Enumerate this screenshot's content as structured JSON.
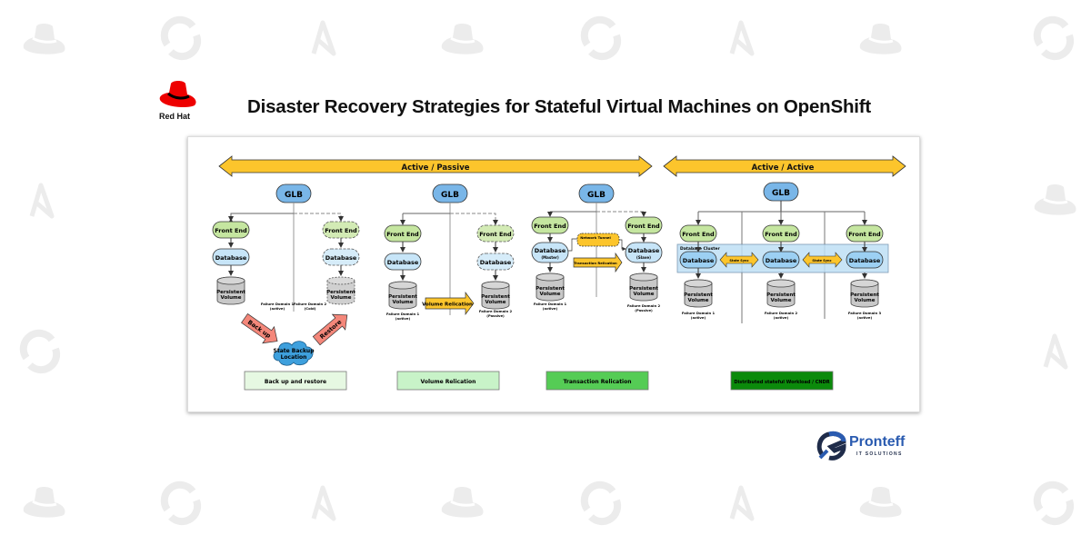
{
  "header": {
    "title": "Disaster Recovery Strategies for Stateful Virtual Machines on OpenShift",
    "brand_logo_text": "Red Hat",
    "brand_icon": "red-hat-fedora-icon"
  },
  "footer": {
    "company_name": "Pronteff",
    "company_tagline": "IT SOLUTIONS",
    "company_icon": "pronteff-logo-icon"
  },
  "watermark_icons": [
    "red-hat-fedora-icon",
    "openshift-ring-icon",
    "ansible-a-icon"
  ],
  "colors": {
    "accent_yellow": "#fcc52c",
    "glb_blue": "#79b6e8",
    "frontend_green": "#c5e6a0",
    "database_blue": "#c7e5f8",
    "volume_gray": "#cccccc",
    "backup_arrow": "#f4877a",
    "cloud_blue": "#3ea0dd",
    "brand_red": "#ee0000",
    "brand_blue": "#2a5bb0"
  },
  "diagram": {
    "band_active_passive": "Active / Passive",
    "band_active_active": "Active / Active",
    "glb": "GLB",
    "front_end": "Front End",
    "database": "Database",
    "persistent": "Persistent",
    "volume": "Volume",
    "sections": [
      {
        "name": "Back up and restore",
        "domains": [
          {
            "label": "Failure Domain 1",
            "state": "(active)"
          },
          {
            "label": "Failure Domain 2",
            "state": "(Cold)"
          }
        ],
        "backup_arrow": "Back up",
        "restore_arrow": "Restore",
        "cloud_line1": "State Backup",
        "cloud_line2": "Location"
      },
      {
        "name": "Volume Relication",
        "domains": [
          {
            "label": "Failure Domain 1",
            "state": "(active)"
          },
          {
            "label": "Failure Domain 2",
            "state": "(Passive)"
          }
        ],
        "replication_arrow": "Volume Relication"
      },
      {
        "name": "Transaction Relication",
        "domains": [
          {
            "label": "Failure Domain 1",
            "state": "(active)"
          },
          {
            "label": "Failure Domain 2",
            "state": "(Passive)"
          }
        ],
        "db_master_role": "(Master)",
        "db_slave_role": "(Slave)",
        "network_tunnel": "Network Tunnel",
        "replication_arrow": "Transaction Relication"
      },
      {
        "name": "Distributed stateful Workload / CNDR",
        "cluster_label": "Database Cluster",
        "state_sync": "State Sync",
        "domains": [
          {
            "label": "Failure Domain 1",
            "state": "(active)"
          },
          {
            "label": "Failure Domain 2",
            "state": "(active)"
          },
          {
            "label": "Failure Domain 3",
            "state": "(active)"
          }
        ]
      }
    ]
  }
}
